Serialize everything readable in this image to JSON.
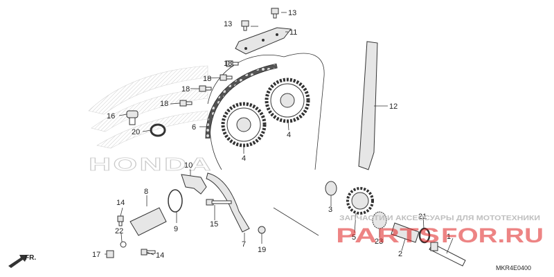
{
  "diagram_code": "MKR4E0400",
  "direction_label": "FR.",
  "watermark": {
    "tagline": "ЗАПЧАСТИ И АКСЕССУАРЫ ДЛЯ МОТОТЕХНИКИ",
    "brand_a": "PARTS",
    "brand_b": "FOR.RU",
    "bg_logo": "HONDA"
  },
  "callouts": [
    "1",
    "2",
    "3",
    "4",
    "4",
    "5",
    "6",
    "7",
    "8",
    "9",
    "10",
    "11",
    "12",
    "13",
    "13",
    "14",
    "14",
    "15",
    "16",
    "17",
    "18",
    "18",
    "18",
    "18",
    "19",
    "20",
    "21",
    "22",
    "23"
  ],
  "colors": {
    "line": "#333333",
    "watermark_red": "#e02020",
    "watermark_gray": "#bfbfbf"
  }
}
